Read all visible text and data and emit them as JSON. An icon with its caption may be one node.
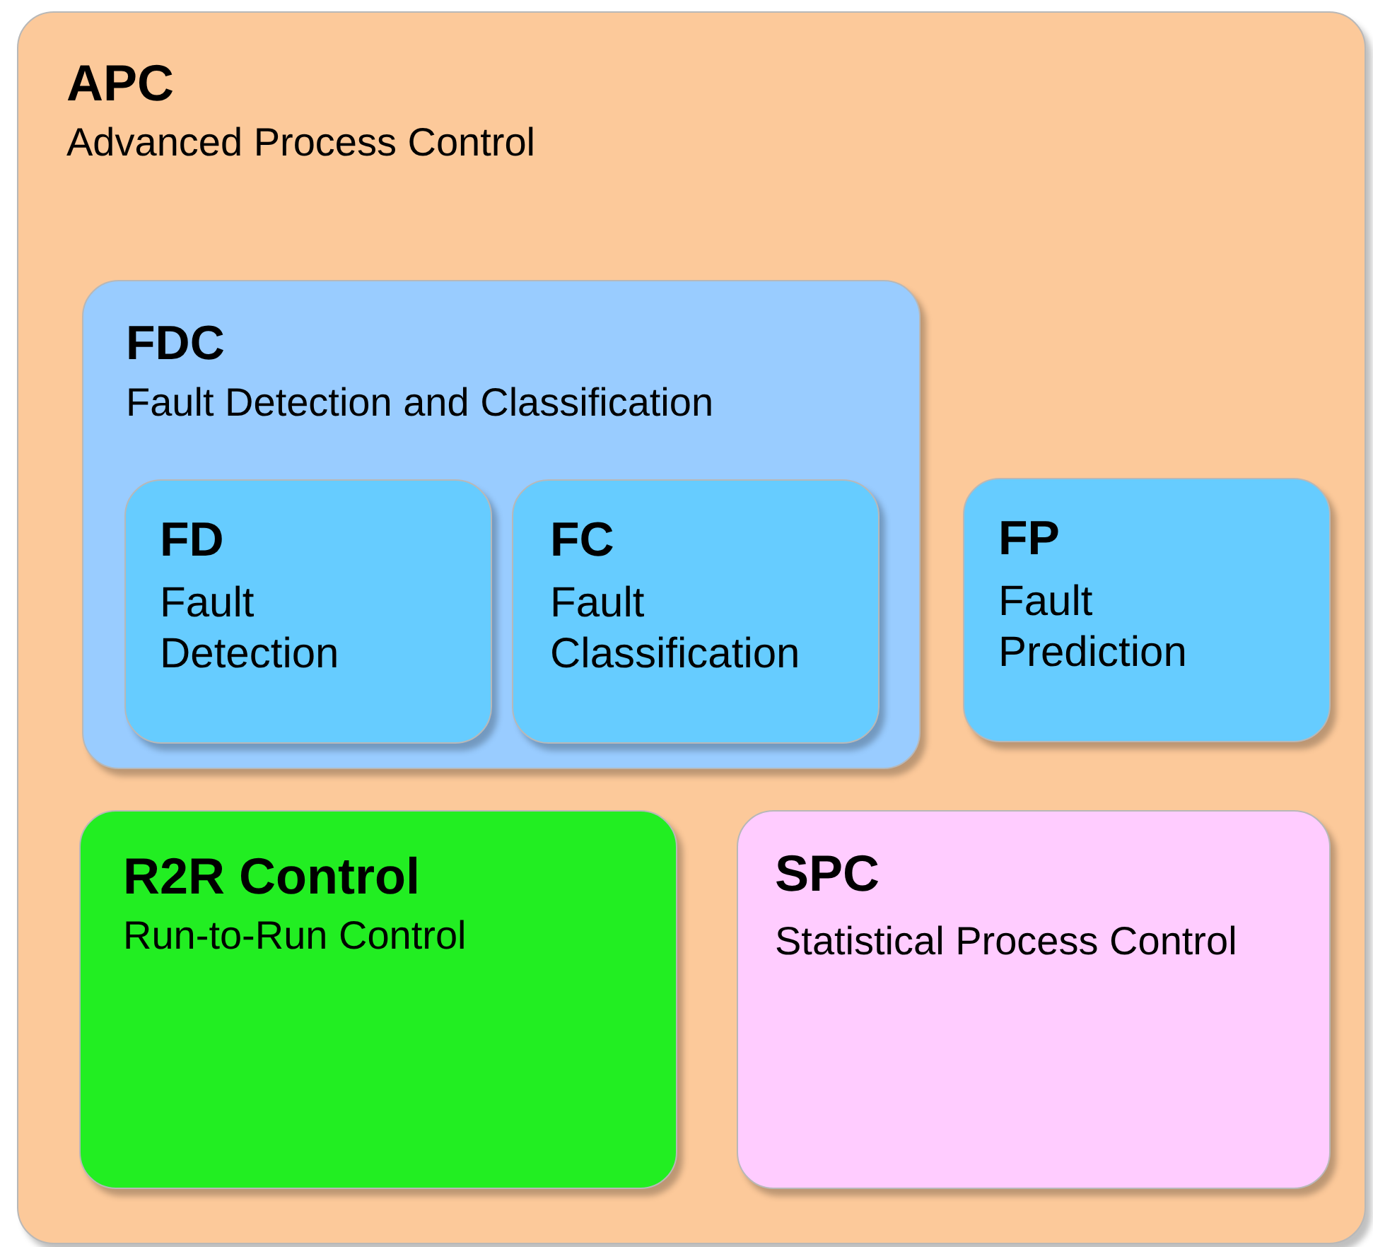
{
  "diagram": {
    "nodes": [
      {
        "text": [
          "APC",
          "Advanced Process Control"
        ]
      },
      {
        "text": [
          "FDC",
          "Fault Detection and Classification"
        ],
        "in": 0
      },
      {
        "text": [
          "FD",
          "Fault Detection"
        ],
        "in": 1
      },
      {
        "text": [
          "FC",
          "Fault Classification"
        ],
        "in": 1
      },
      {
        "text": [
          "FP",
          "Fault Prediction"
        ],
        "in": 0
      },
      {
        "text": [
          "R2R Control",
          "Run-to-Run Control"
        ],
        "in": 0
      },
      {
        "text": [
          "SPC",
          "Statistical Process Control"
        ],
        "in": 0
      }
    ]
  }
}
